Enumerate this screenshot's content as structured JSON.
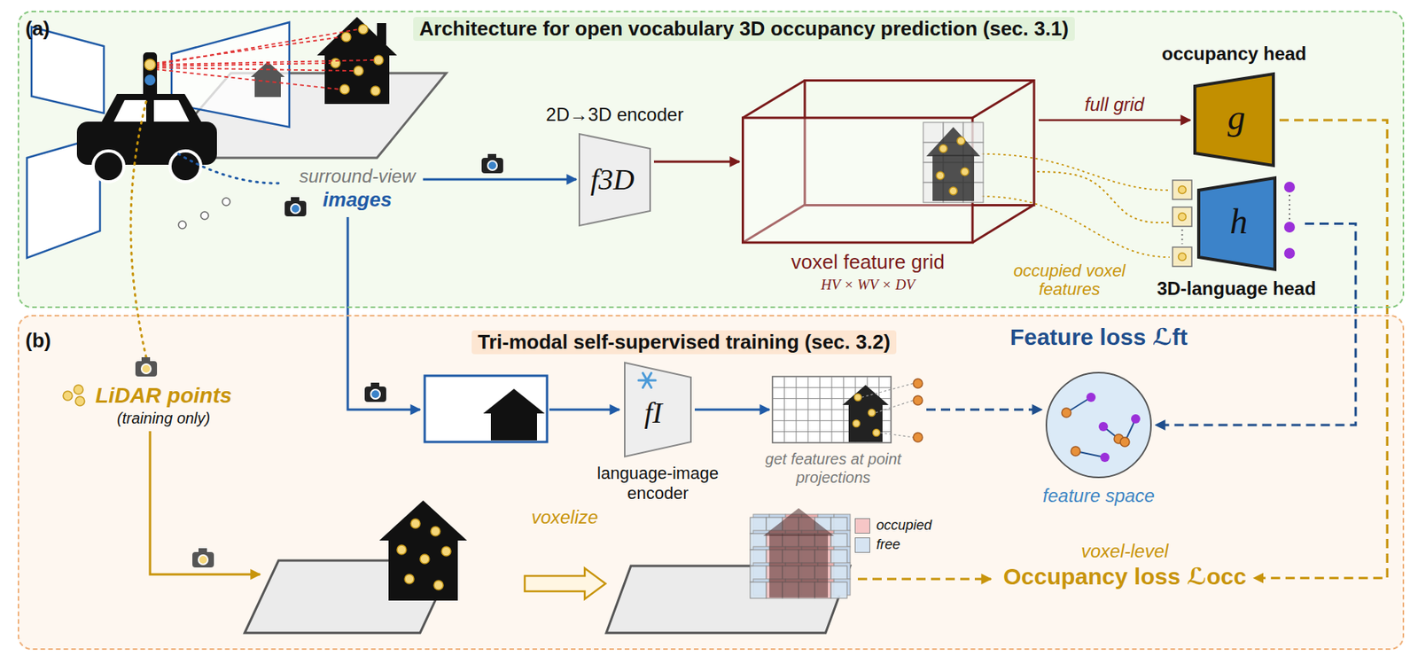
{
  "diagram": {
    "nodes": [
      {
        "text": [
          "(a)",
          "Architecture for open vocabulary 3D occupancy prediction (sec. 3.1)"
        ]
      },
      {
        "text": [
          "surround-view",
          "images"
        ],
        "in": 0
      },
      {
        "text": [
          "2D→3D encoder",
          "f3D"
        ],
        "in": 0
      },
      {
        "text": [
          "voxel feature grid",
          "HV × WV × DV"
        ],
        "in": 0
      },
      {
        "text": [
          "occupancy head",
          "g"
        ],
        "in": 0
      },
      {
        "text": [
          "h",
          "3D-language head"
        ],
        "in": 0
      },
      {
        "text": [
          "(b)",
          "Tri-modal self-supervised training (sec. 3.2)"
        ]
      },
      {
        "text": [
          "LiDAR points",
          "(training only)"
        ],
        "in": 6
      },
      {
        "text": [
          "fI",
          "language-image encoder"
        ],
        "in": 6
      },
      {
        "text": [
          "get features at point projections"
        ],
        "in": 6
      },
      {
        "text": [
          "Feature loss ℒft",
          "feature space"
        ],
        "in": 6
      },
      {
        "text": [
          "voxel-level",
          "Occupancy loss ℒocc"
        ],
        "in": 6
      }
    ],
    "edges": [
      {
        "from": 1,
        "to": 2,
        "arrow": "to"
      },
      {
        "from": 2,
        "to": 3,
        "arrow": "to"
      },
      {
        "from": 3,
        "to": 4,
        "label": "full grid",
        "arrow": "to"
      },
      {
        "from": 3,
        "to": 5,
        "label": "occupied voxel features",
        "arrow": "none"
      },
      {
        "from": 5,
        "to": 10,
        "arrow": "to"
      },
      {
        "from": 8,
        "to": 9,
        "arrow": "to"
      },
      {
        "from": 9,
        "to": 10,
        "arrow": "to"
      },
      {
        "from": 4,
        "to": 11,
        "arrow": "to"
      }
    ],
    "labels": [
      "voxelize"
    ],
    "legend": [
      {
        "text": "occupied",
        "color": "#f6c6c6"
      },
      {
        "text": "free",
        "color": "#d6e4f2"
      }
    ]
  }
}
